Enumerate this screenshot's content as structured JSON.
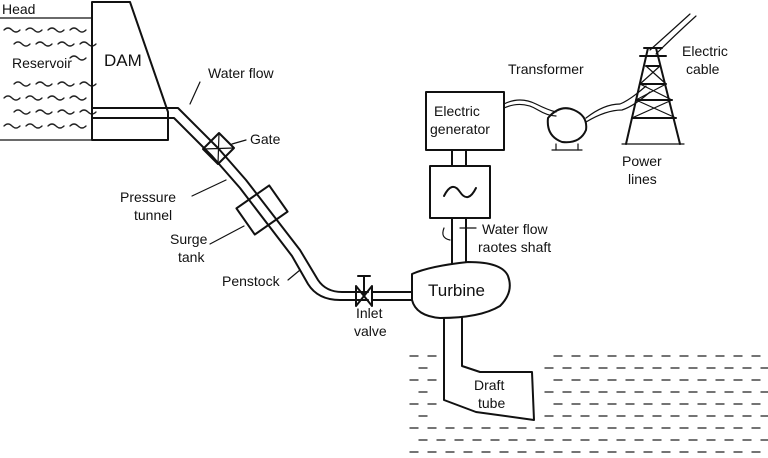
{
  "labels": {
    "head": "Head",
    "reservoir": "Reservoir",
    "dam": "DAM",
    "water_flow_top": "Water flow",
    "gate": "Gate",
    "pressure": "Pressure",
    "tunnel": "tunnel",
    "surge": "Surge",
    "tank": "tank",
    "penstock": "Penstock",
    "inlet": "Inlet",
    "valve": "valve",
    "turbine": "Turbine",
    "draft": "Draft",
    "tube": "tube",
    "electric": "Electric",
    "generator": "generator",
    "water_flow_shaft": "Water flow",
    "rotates_shaft": "raotes shaft",
    "transformer": "Transformer",
    "electric_cable_1": "Electric",
    "electric_cable_2": "cable",
    "power": "Power",
    "lines": "lines"
  }
}
